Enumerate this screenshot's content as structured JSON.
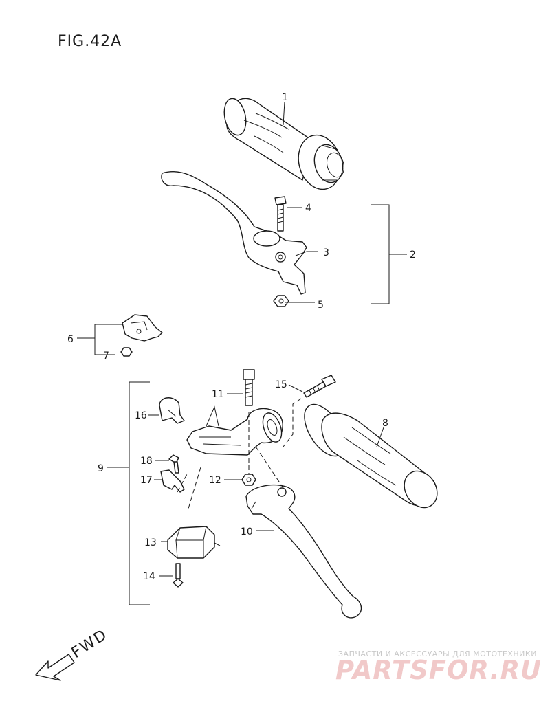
{
  "figure": {
    "title": "FIG.42A"
  },
  "direction": {
    "label": "FWD"
  },
  "parts": [
    {
      "number": "1"
    },
    {
      "number": "2"
    },
    {
      "number": "3"
    },
    {
      "number": "4"
    },
    {
      "number": "5"
    },
    {
      "number": "6"
    },
    {
      "number": "7"
    },
    {
      "number": "8"
    },
    {
      "number": "9"
    },
    {
      "number": "10"
    },
    {
      "number": "11"
    },
    {
      "number": "12"
    },
    {
      "number": "13"
    },
    {
      "number": "14"
    },
    {
      "number": "15"
    },
    {
      "number": "16"
    },
    {
      "number": "17"
    },
    {
      "number": "18"
    }
  ],
  "watermark": {
    "tagline": "ЗАПЧАСТИ И АКСЕССУАРЫ ДЛЯ МОТОТЕХНИКИ",
    "logo": "PARTSFOR.RU"
  }
}
